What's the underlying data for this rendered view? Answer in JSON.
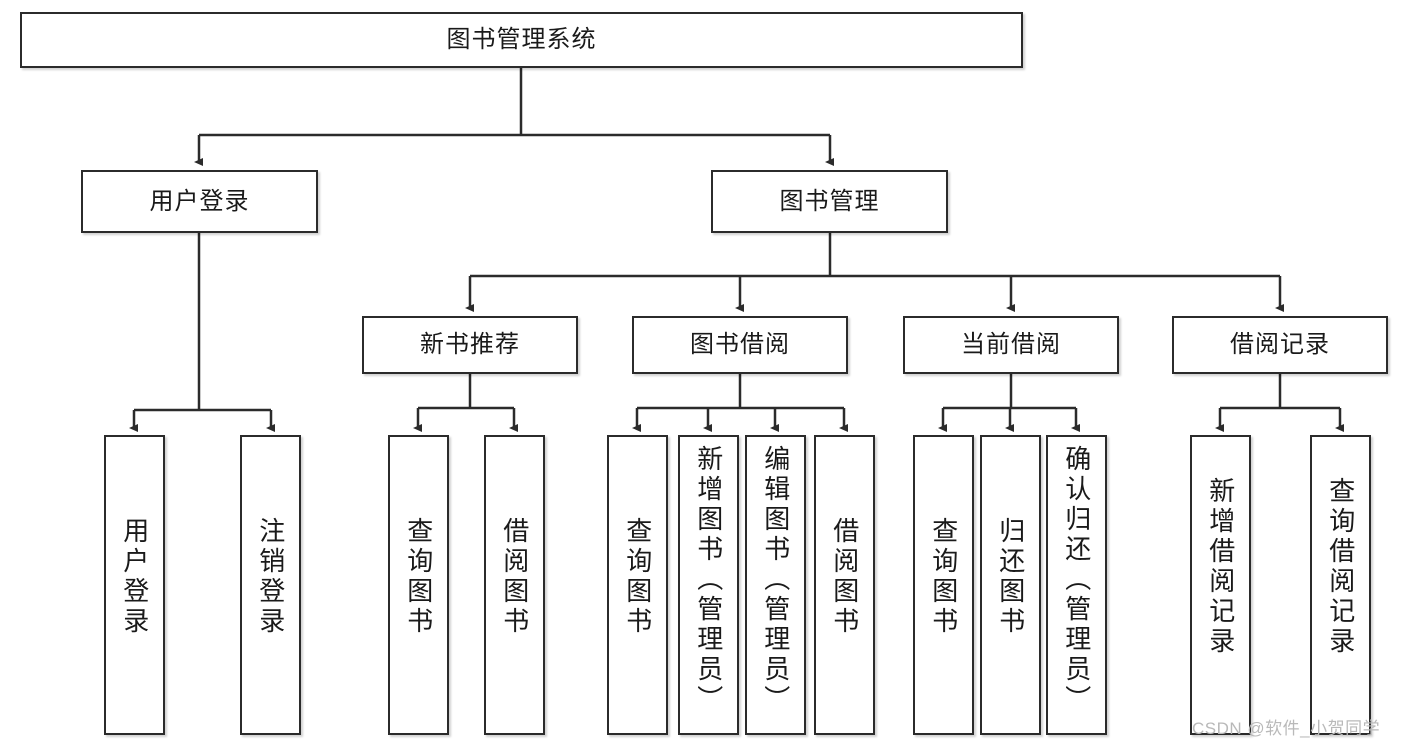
{
  "diagram": {
    "type": "tree",
    "title": "图书管理系统",
    "root": {
      "id": "root",
      "label": "图书管理系统"
    },
    "level2": [
      {
        "id": "user-login",
        "label": "用户登录"
      },
      {
        "id": "book-manage",
        "label": "图书管理"
      }
    ],
    "level3": [
      {
        "id": "new-book-recommend",
        "label": "新书推荐"
      },
      {
        "id": "book-borrow",
        "label": "图书借阅"
      },
      {
        "id": "current-borrow",
        "label": "当前借阅"
      },
      {
        "id": "borrow-record",
        "label": "借阅记录"
      }
    ],
    "leaves": [
      {
        "id": "leaf-user-login",
        "label": "用户登录",
        "parent": "user-login"
      },
      {
        "id": "leaf-logout-login",
        "label": "注销登录",
        "parent": "user-login"
      },
      {
        "id": "leaf-query-book-1",
        "label": "查询图书",
        "parent": "new-book-recommend"
      },
      {
        "id": "leaf-borrow-book-1",
        "label": "借阅图书",
        "parent": "new-book-recommend"
      },
      {
        "id": "leaf-query-book-2",
        "label": "查询图书",
        "parent": "book-borrow"
      },
      {
        "id": "leaf-add-book",
        "label": "新增图书（管理员）",
        "parent": "book-borrow"
      },
      {
        "id": "leaf-edit-book",
        "label": "编辑图书（管理员）",
        "parent": "book-borrow"
      },
      {
        "id": "leaf-borrow-book-2",
        "label": "借阅图书",
        "parent": "book-borrow"
      },
      {
        "id": "leaf-query-book-3",
        "label": "查询图书",
        "parent": "current-borrow"
      },
      {
        "id": "leaf-return-book",
        "label": "归还图书",
        "parent": "current-borrow"
      },
      {
        "id": "leaf-confirm-return",
        "label": "确认归还（管理员）",
        "parent": "current-borrow"
      },
      {
        "id": "leaf-add-record",
        "label": "新增借阅记录",
        "parent": "borrow-record"
      },
      {
        "id": "leaf-query-record",
        "label": "查询借阅记录",
        "parent": "borrow-record"
      }
    ]
  },
  "watermark": {
    "text": "CSDN @软件_小贺同学"
  },
  "colors": {
    "border": "#2b2b2b",
    "background": "#ffffff",
    "text": "#1a1a1a",
    "edge": "#2b2b2b",
    "watermark": "#b9b9b9"
  }
}
